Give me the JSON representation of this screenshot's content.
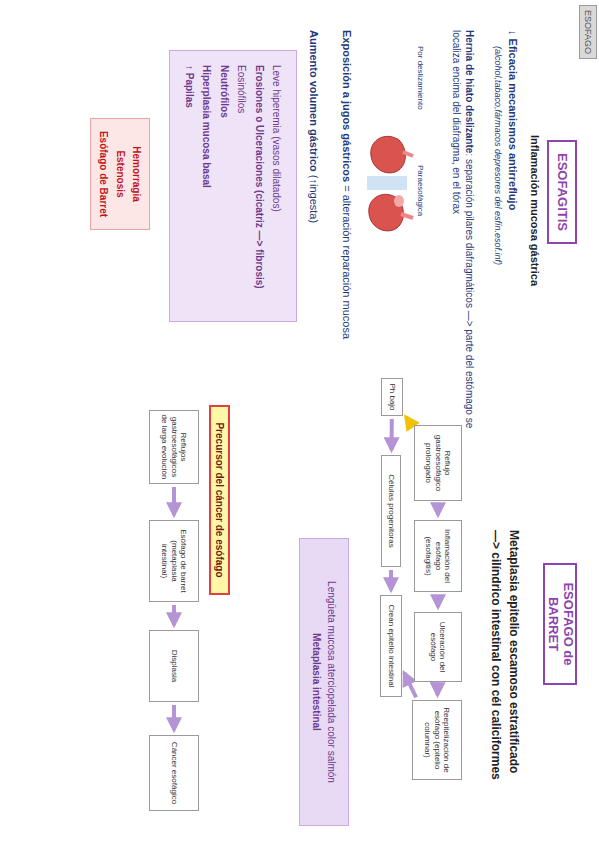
{
  "diagram": {
    "nodes": [
      {
        "text": [
          "ESOFAGO"
        ]
      },
      {
        "text": [
          "ESOFAGITIS"
        ]
      },
      {
        "text": [
          "Leve hiperemia (vasos dilatados)",
          "Erosiones o Ulceraciones (cicatriz —> fibrosis)",
          "Eosinófilos",
          "Neutrófilos",
          "Hiperplasia mucosa basal",
          "↑ Papilas"
        ]
      },
      {
        "text": [
          "Hemorragia",
          "Estenosis",
          "Esófago de Barret"
        ]
      },
      {
        "text": [
          "ESOFAGO de BARRET"
        ]
      },
      {
        "text": [
          "Reflujo gastroesofágico prolongado"
        ]
      },
      {
        "text": [
          "Inflamación del esófago (esofagitis)"
        ]
      },
      {
        "text": [
          "Ulceración del esófago"
        ]
      },
      {
        "text": [
          "Reepitelización de esófago (epitelio columnar)"
        ]
      },
      {
        "text": [
          "Ph bajo"
        ]
      },
      {
        "text": [
          "Células progenitoras"
        ]
      },
      {
        "text": [
          "Crean epitelio intestinal"
        ]
      },
      {
        "text": [
          "Lengüeta mucosa aterciopelada color salmón",
          "Metaplasia intestinal"
        ]
      },
      {
        "text": [
          "Precursor del cáncer de esófago"
        ]
      },
      {
        "text": [
          "Reflujos gastroesofágicos de larga evolución"
        ]
      },
      {
        "text": [
          "Esófago de barret (metaplasia intestinal)"
        ]
      },
      {
        "text": [
          "Displasia"
        ]
      },
      {
        "text": [
          "Cáncer esofágico"
        ]
      }
    ],
    "edges": [
      {
        "from": 5,
        "to": 6,
        "arrow": "to"
      },
      {
        "from": 6,
        "to": 7,
        "arrow": "to"
      },
      {
        "from": 7,
        "to": 8,
        "arrow": "to"
      },
      {
        "from": 5,
        "to": 9,
        "arrow": "to"
      },
      {
        "from": 9,
        "to": 10,
        "arrow": "to"
      },
      {
        "from": 10,
        "to": 11,
        "arrow": "to"
      },
      {
        "from": 8,
        "to": 11,
        "arrow": "to"
      },
      {
        "from": 14,
        "to": 15,
        "arrow": "to"
      },
      {
        "from": 15,
        "to": 16,
        "arrow": "to"
      },
      {
        "from": 16,
        "to": 17,
        "arrow": "to"
      }
    ],
    "labels": [
      "Inflamación mucosa gástrica",
      "↓ Eficacia mecanismos antirreflujo",
      "(alcohol,tabaco,fármacos depresores del esfín.esof.inf)",
      "Hernia de hiato deslizante",
      ": separación pilares diafragmáticos —> parte del estómago se localiza encima del diafragma, en el tórax",
      "Por deslizamiento",
      "Paraesofágica",
      "Exposición a jugos gástricos",
      " = alteración reparación mucosa",
      "Aumento volumen gástrico",
      " (↑ingesta)",
      "Metaplasia epitelio escamoso estratificado",
      "—> cilíndrico intestinal con cél caliciformes"
    ]
  }
}
